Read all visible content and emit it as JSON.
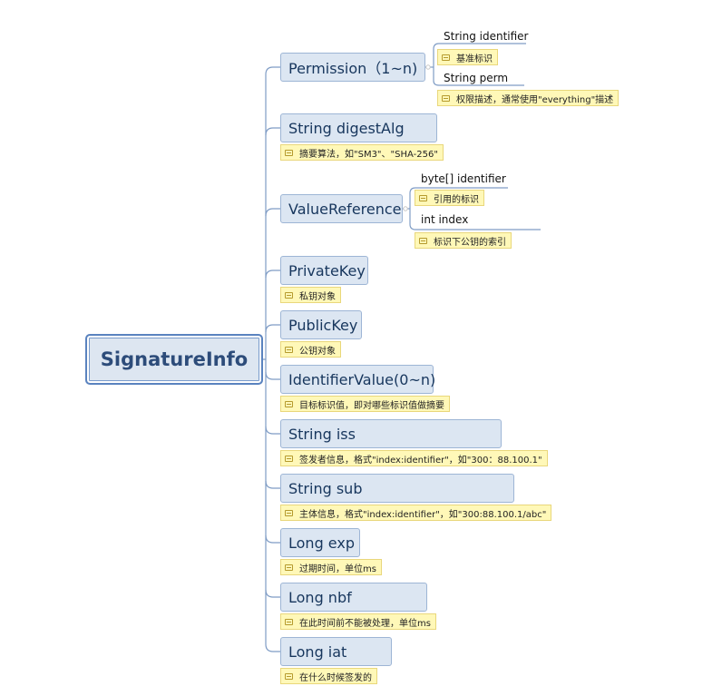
{
  "root": {
    "label": "SignatureInfo"
  },
  "nodes": [
    {
      "label": "Permission（1~n)",
      "children": [
        {
          "label": "String identifier",
          "note": "基准标识"
        },
        {
          "label": "String perm",
          "note": "权限描述，通常使用\"everything\"描述"
        }
      ]
    },
    {
      "label": "String digestAlg",
      "note": "摘要算法，如\"SM3\"、\"SHA-256\""
    },
    {
      "label": "ValueReference",
      "children": [
        {
          "label": "byte[] identifier",
          "note": "引用的标识"
        },
        {
          "label": "int index",
          "note": "标识下公钥的索引"
        }
      ]
    },
    {
      "label": "PrivateKey",
      "note": "私钥对象"
    },
    {
      "label": "PublicKey",
      "note": "公钥对象"
    },
    {
      "label": "IdentifierValue(0~n)",
      "note": "目标标识值，即对哪些标识值做摘要"
    },
    {
      "label": "String iss",
      "note": "签发者信息，格式\"index:identifier\"，如\"300：88.100.1\""
    },
    {
      "label": "String sub",
      "note": "主体信息，格式\"index:identifier\"，如\"300:88.100.1/abc\""
    },
    {
      "label": "Long exp",
      "note": "过期时间，单位ms"
    },
    {
      "label": "Long nbf",
      "note": "在此时间前不能被处理，单位ms"
    },
    {
      "label": "Long iat",
      "note": "在什么时候签发的"
    }
  ],
  "colors": {
    "connector": "#7f9cc5",
    "node_fill": "#dce6f2",
    "note_fill": "#fff8b8",
    "text": "#17365d"
  }
}
